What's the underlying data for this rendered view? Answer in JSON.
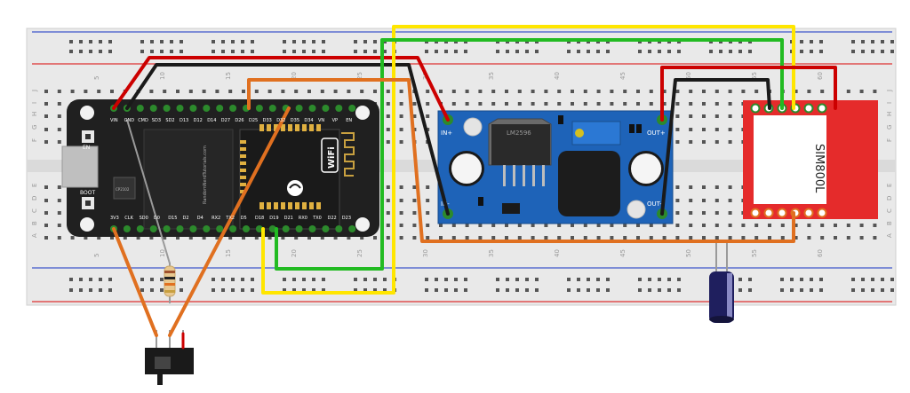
{
  "breadboard": {
    "column_numbers": [
      "5",
      "10",
      "15",
      "20",
      "25",
      "30",
      "35",
      "40",
      "45",
      "50",
      "55",
      "60"
    ],
    "row_letters_top": [
      "J",
      "I",
      "H",
      "G",
      "F"
    ],
    "row_letters_bottom": [
      "E",
      "D",
      "C",
      "B",
      "A"
    ]
  },
  "esp32": {
    "top_pins": [
      "VIN",
      "GND",
      "CMD",
      "SD3",
      "SD2",
      "D13",
      "D12",
      "D14",
      "D27",
      "D26",
      "D25",
      "D33",
      "D32",
      "D35",
      "D34",
      "VN",
      "VP",
      "EN"
    ],
    "bottom_pins": [
      "3V3",
      "CLK",
      "SD0",
      "D0",
      "D15",
      "D2",
      "D4",
      "RX2",
      "TX2",
      "D5",
      "D18",
      "D19",
      "D21",
      "RX0",
      "TX0",
      "D22",
      "D23"
    ],
    "button_en": "EN",
    "button_boot": "BOOT",
    "chip_label": "CP2102",
    "board_url": "RandomNerdTutorials.com",
    "wifi_label": "WiFi"
  },
  "buck_converter": {
    "chip": "LM2596",
    "in_plus": "IN+",
    "in_minus": "IN-",
    "out_plus": "OUT+",
    "out_minus": "OUT-"
  },
  "gsm_module": {
    "name": "SIM800L"
  },
  "colors": {
    "wire_red": "#cc0000",
    "wire_black": "#1a1a1a",
    "wire_yellow": "#ffe600",
    "wire_green": "#22bb22",
    "wire_orange": "#e07020",
    "wire_grey": "#9a9a9a",
    "rail_red": "#e05050",
    "rail_blue": "#5a6fd0",
    "pcb_blue": "#1e63b8",
    "sim_red": "#e52b2b",
    "esp_black": "#202020"
  }
}
